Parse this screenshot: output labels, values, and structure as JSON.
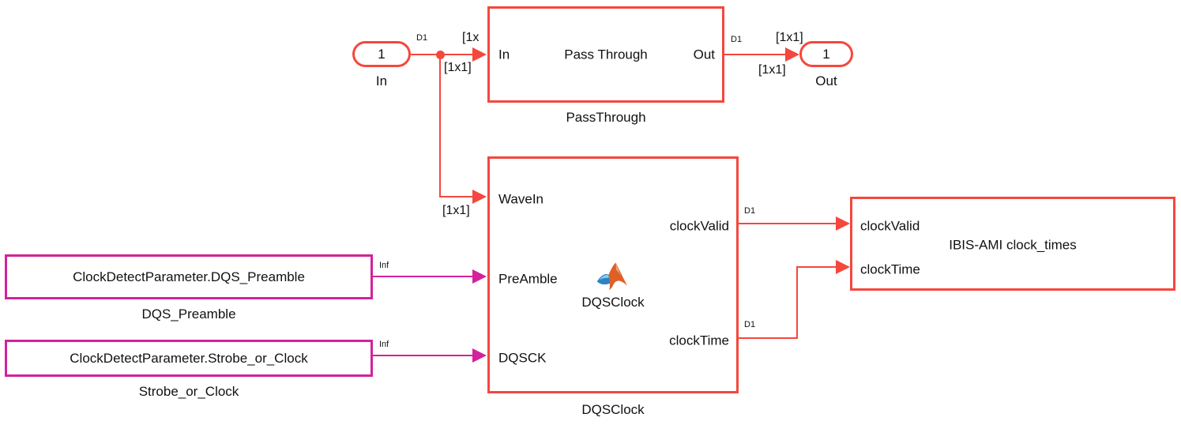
{
  "colors": {
    "red": "#f5473d",
    "magenta": "#d4219c"
  },
  "inport": {
    "value": "1",
    "label": "In"
  },
  "outport": {
    "value": "1",
    "label": "Out"
  },
  "passthrough": {
    "port_in": "In",
    "title": "Pass Through",
    "port_out": "Out",
    "label": "PassThrough"
  },
  "dqsclock": {
    "port_wavein": "WaveIn",
    "port_preamble": "PreAmble",
    "port_dqsck": "DQSCK",
    "port_clockvalid": "clockValid",
    "port_clocktime": "clockTime",
    "icon": "matlab-logo",
    "inner_label": "DQSClock",
    "label": "DQSClock"
  },
  "ibis": {
    "port_clockvalid": "clockValid",
    "title": "IBIS-AMI clock_times",
    "port_clocktime": "clockTime"
  },
  "const_dqs_preamble": {
    "value": "ClockDetectParameter.DQS_Preamble",
    "label": "DQS_Preamble"
  },
  "const_strobe": {
    "value": "ClockDetectParameter.Strobe_or_Clock",
    "label": "Strobe_or_Clock"
  },
  "signals": {
    "in_rate": "D1",
    "in_dim_top": "[1x",
    "in_dim_bottom": "[1x1]",
    "wavein_dim": "[1x1]",
    "out_rate": "D1",
    "out_dim_top": "[1x1]",
    "out_dim_bottom": "[1x1]",
    "preamble_value": "Inf",
    "dqsck_value": "Inf",
    "clockvalid_rate": "D1",
    "clocktime_rate": "D1"
  }
}
